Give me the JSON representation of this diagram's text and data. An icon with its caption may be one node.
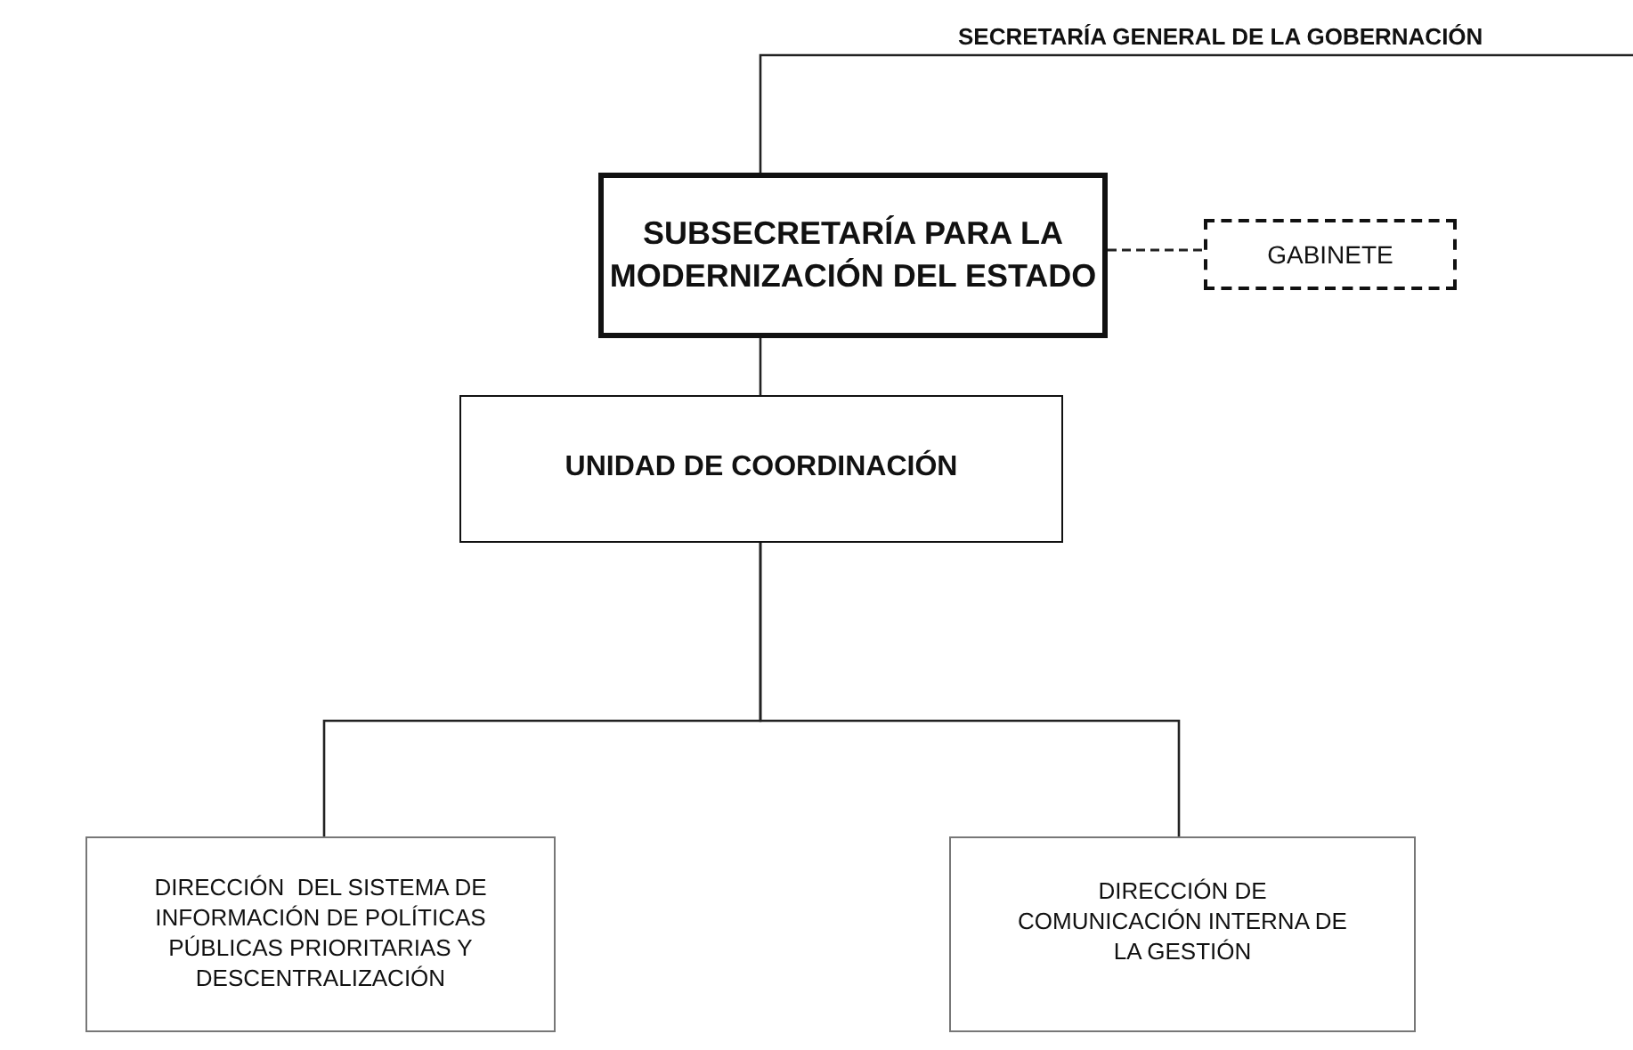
{
  "diagram": {
    "nodes": [
      {
        "text": [
          "SECRETARÍA GENERAL DE LA GOBERNACIÓN"
        ]
      },
      {
        "text": [
          "SUBSECRETARÍA PARA LA MODERNIZACIÓN DEL ESTADO"
        ]
      },
      {
        "text": [
          "GABINETE"
        ]
      },
      {
        "text": [
          "UNIDAD DE COORDINACIÓN"
        ]
      },
      {
        "text": [
          "DIRECCIÓN  DEL SISTEMA DE INFORMACIÓN DE POLÍTICAS PÚBLICAS PRIORITARIAS Y DESCENTRALIZACIÓN"
        ]
      },
      {
        "text": [
          "DIRECCIÓN DE COMUNICACIÓN INTERNA DE LA GESTIÓN"
        ]
      }
    ],
    "edges": [
      {
        "from": 0,
        "to": 1,
        "arrow": "none"
      },
      {
        "from": 1,
        "to": 2,
        "arrow": "none",
        "style": "dashed"
      },
      {
        "from": 1,
        "to": 3,
        "arrow": "none"
      },
      {
        "from": 3,
        "to": 4,
        "arrow": "none"
      },
      {
        "from": 3,
        "to": 5,
        "arrow": "none"
      }
    ]
  }
}
